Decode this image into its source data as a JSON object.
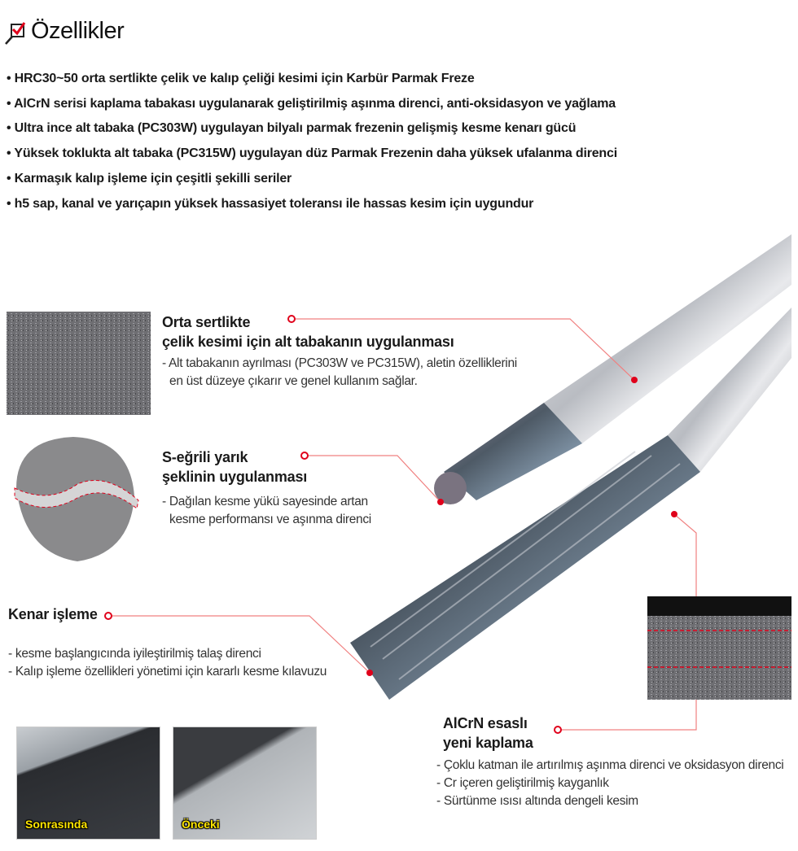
{
  "header": {
    "title": "Özellikler",
    "icon": "magnifier-check-icon"
  },
  "features": [
    "HRC30~50 orta sertlikte çelik ve kalıp çeliği kesimi için Karbür Parmak Freze",
    "AlCrN serisi kaplama tabakası uygulanarak geliştirilmiş aşınma direnci, anti-oksidasyon ve yağlama",
    "Ultra ince alt tabaka (PC303W) uygulayan bilyalı parmak frezenin gelişmiş kesme kenarı gücü",
    "Yüksek toklukta alt tabaka (PC315W) uygulayan düz Parmak Frezenin daha yüksek ufalanma direnci",
    "Karmaşık kalıp işleme için çeşitli şekilli seriler",
    "h5 sap, kanal ve yarıçapın yüksek hassasiyet toleransı ile hassas kesim için uygundur"
  ],
  "callouts": {
    "substrate": {
      "title1": "Orta sertlikte",
      "title2": "çelik kesimi için alt tabakanın uygulanması",
      "desc": [
        "- Alt tabakanın ayrılması (PC303W ve PC315W), aletin özelliklerini en üst düzeye çıkarır ve genel kullanım sağlar."
      ]
    },
    "sgroove": {
      "title1": "S-eğrili yarık",
      "title2": "şeklinin uygulanması",
      "desc": [
        "- Dağılan kesme yükü sayesinde artan kesme performansı ve aşınma direnci"
      ]
    },
    "edge": {
      "title": "Kenar işleme",
      "desc": [
        "- kesme başlangıcında iyileştirilmiş talaş direnci",
        "- Kalıp işleme özellikleri yönetimi için kararlı kesme kılavuzu"
      ]
    },
    "coating": {
      "title1": "AlCrN esaslı",
      "title2": "yeni kaplama",
      "desc": [
        "- Çoklu katman ile artırılmış aşınma direnci ve oksidasyon direnci",
        "- Cr içeren geliştirilmiş kayganlık",
        "- Sürtünme ısısı altında dengeli kesim"
      ]
    }
  },
  "photos": {
    "after": "Sonrasında",
    "before": "Önceki"
  },
  "colors": {
    "accent": "#e0001b",
    "line": "#f08080"
  }
}
